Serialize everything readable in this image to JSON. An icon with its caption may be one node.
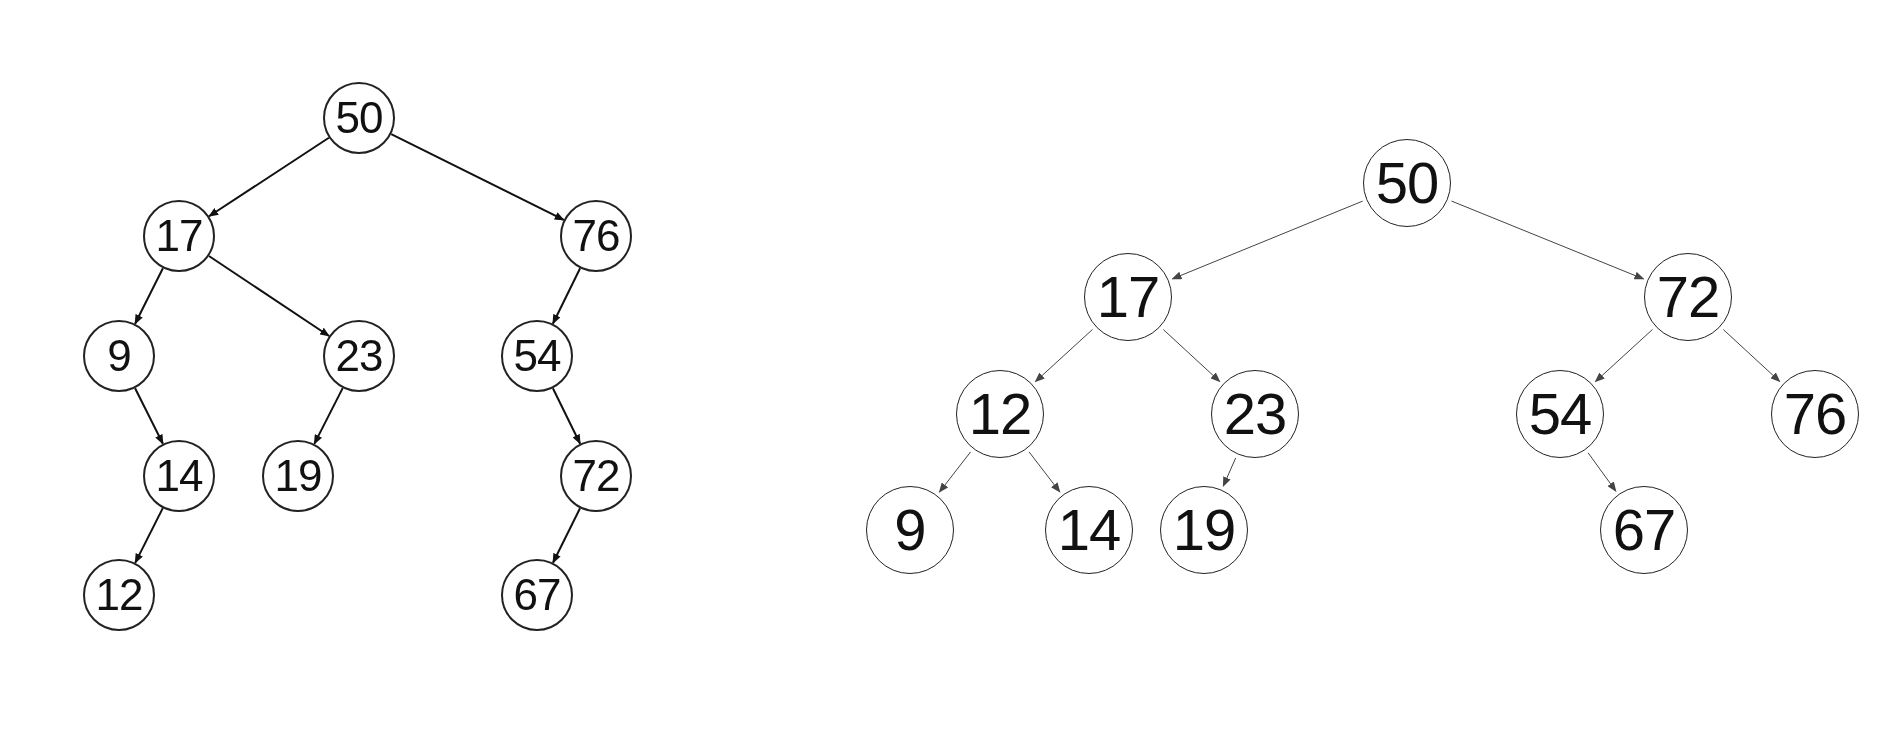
{
  "diagram": {
    "nodes": [
      {
        "text": [
          "50"
        ]
      },
      {
        "text": [
          "17"
        ]
      },
      {
        "text": [
          "76"
        ]
      },
      {
        "text": [
          "9"
        ]
      },
      {
        "text": [
          "23"
        ]
      },
      {
        "text": [
          "54"
        ]
      },
      {
        "text": [
          "14"
        ]
      },
      {
        "text": [
          "19"
        ]
      },
      {
        "text": [
          "72"
        ]
      },
      {
        "text": [
          "12"
        ]
      },
      {
        "text": [
          "67"
        ]
      },
      {
        "text": [
          "50"
        ]
      },
      {
        "text": [
          "17"
        ]
      },
      {
        "text": [
          "72"
        ]
      },
      {
        "text": [
          "12"
        ]
      },
      {
        "text": [
          "23"
        ]
      },
      {
        "text": [
          "54"
        ]
      },
      {
        "text": [
          "76"
        ]
      },
      {
        "text": [
          "9"
        ]
      },
      {
        "text": [
          "14"
        ]
      },
      {
        "text": [
          "19"
        ]
      },
      {
        "text": [
          "67"
        ]
      }
    ],
    "edges": [
      {
        "from": 0,
        "to": 1,
        "arrow": "to"
      },
      {
        "from": 0,
        "to": 2,
        "arrow": "to"
      },
      {
        "from": 1,
        "to": 3,
        "arrow": "to"
      },
      {
        "from": 1,
        "to": 4,
        "arrow": "to"
      },
      {
        "from": 2,
        "to": 5,
        "arrow": "to"
      },
      {
        "from": 3,
        "to": 6,
        "arrow": "to"
      },
      {
        "from": 4,
        "to": 7,
        "arrow": "to"
      },
      {
        "from": 5,
        "to": 8,
        "arrow": "to"
      },
      {
        "from": 6,
        "to": 9,
        "arrow": "to"
      },
      {
        "from": 8,
        "to": 10,
        "arrow": "to"
      },
      {
        "from": 11,
        "to": 12,
        "arrow": "to"
      },
      {
        "from": 11,
        "to": 13,
        "arrow": "to"
      },
      {
        "from": 12,
        "to": 14,
        "arrow": "to"
      },
      {
        "from": 12,
        "to": 15,
        "arrow": "to"
      },
      {
        "from": 13,
        "to": 16,
        "arrow": "to"
      },
      {
        "from": 13,
        "to": 17,
        "arrow": "to"
      },
      {
        "from": 14,
        "to": 18,
        "arrow": "to"
      },
      {
        "from": 14,
        "to": 19,
        "arrow": "to"
      },
      {
        "from": 15,
        "to": 20,
        "arrow": "to"
      },
      {
        "from": 16,
        "to": 21,
        "arrow": "to"
      }
    ]
  }
}
